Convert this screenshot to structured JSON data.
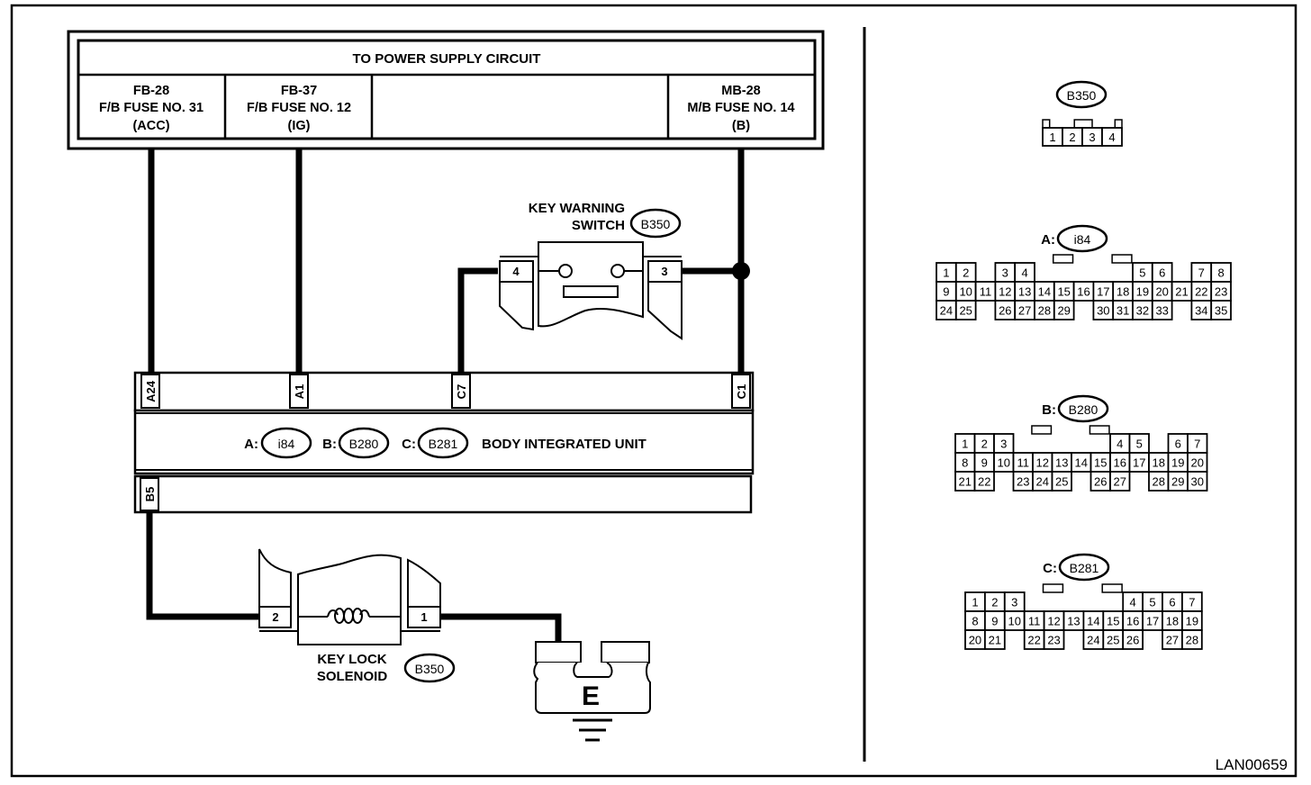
{
  "diagram_id": "LAN00659",
  "power_supply": {
    "title": "TO POWER SUPPLY CIRCUIT",
    "fuses": [
      {
        "line1": "FB-28",
        "line2": "F/B FUSE NO. 31",
        "line3": "(ACC)"
      },
      {
        "line1": "FB-37",
        "line2": "F/B FUSE NO. 12",
        "line3": "(IG)"
      },
      {
        "line1": "",
        "line2": "",
        "line3": ""
      },
      {
        "line1": "MB-28",
        "line2": "M/B FUSE NO. 14",
        "line3": "(B)"
      }
    ]
  },
  "key_warning_switch": {
    "line1": "KEY WARNING",
    "line2": "SWITCH",
    "connector": "B350",
    "pin_left": "4",
    "pin_right": "3"
  },
  "body_integrated_unit": {
    "name": "BODY INTEGRATED UNIT",
    "conn_a_label": "A:",
    "conn_a": "i84",
    "conn_b_label": "B:",
    "conn_b": "B280",
    "conn_c_label": "C:",
    "conn_c": "B281",
    "top_pins": [
      "A24",
      "A1",
      "C7",
      "C1"
    ],
    "bottom_pins": [
      "B5"
    ]
  },
  "key_lock_solenoid": {
    "line1": "KEY LOCK",
    "line2": "SOLENOID",
    "connector": "B350",
    "pin_left": "2",
    "pin_right": "1"
  },
  "ground": {
    "label": "E"
  },
  "connector_views": [
    {
      "prefix": "",
      "name": "B350",
      "rows": [
        [
          "1",
          "2",
          "3",
          "4"
        ]
      ]
    },
    {
      "prefix": "A:",
      "name": "i84",
      "rows": [
        [
          "1",
          "2",
          "",
          "3",
          "4",
          "",
          "",
          "",
          "",
          "",
          "5",
          "6",
          "",
          "7",
          "8"
        ],
        [
          "9",
          "10",
          "11",
          "12",
          "13",
          "14",
          "15",
          "16",
          "17",
          "18",
          "19",
          "20",
          "21",
          "22",
          "23"
        ],
        [
          "24",
          "25",
          "",
          "26",
          "27",
          "28",
          "29",
          "",
          "30",
          "31",
          "32",
          "33",
          "",
          "34",
          "35"
        ]
      ]
    },
    {
      "prefix": "B:",
      "name": "B280",
      "rows": [
        [
          "1",
          "2",
          "3",
          "",
          "",
          "",
          "",
          "",
          "4",
          "5",
          "",
          "6",
          "7"
        ],
        [
          "8",
          "9",
          "10",
          "11",
          "12",
          "13",
          "14",
          "15",
          "16",
          "17",
          "18",
          "19",
          "20"
        ],
        [
          "21",
          "22",
          "",
          "23",
          "24",
          "25",
          "",
          "26",
          "27",
          "",
          "28",
          "29",
          "30"
        ]
      ]
    },
    {
      "prefix": "C:",
      "name": "B281",
      "rows": [
        [
          "1",
          "2",
          "3",
          "",
          "",
          "",
          "",
          "",
          "4",
          "5",
          "6",
          "7"
        ],
        [
          "8",
          "9",
          "10",
          "11",
          "12",
          "13",
          "14",
          "15",
          "16",
          "17",
          "18",
          "19"
        ],
        [
          "20",
          "21",
          "",
          "22",
          "23",
          "",
          "24",
          "25",
          "26",
          "",
          "27",
          "28"
        ]
      ]
    }
  ]
}
